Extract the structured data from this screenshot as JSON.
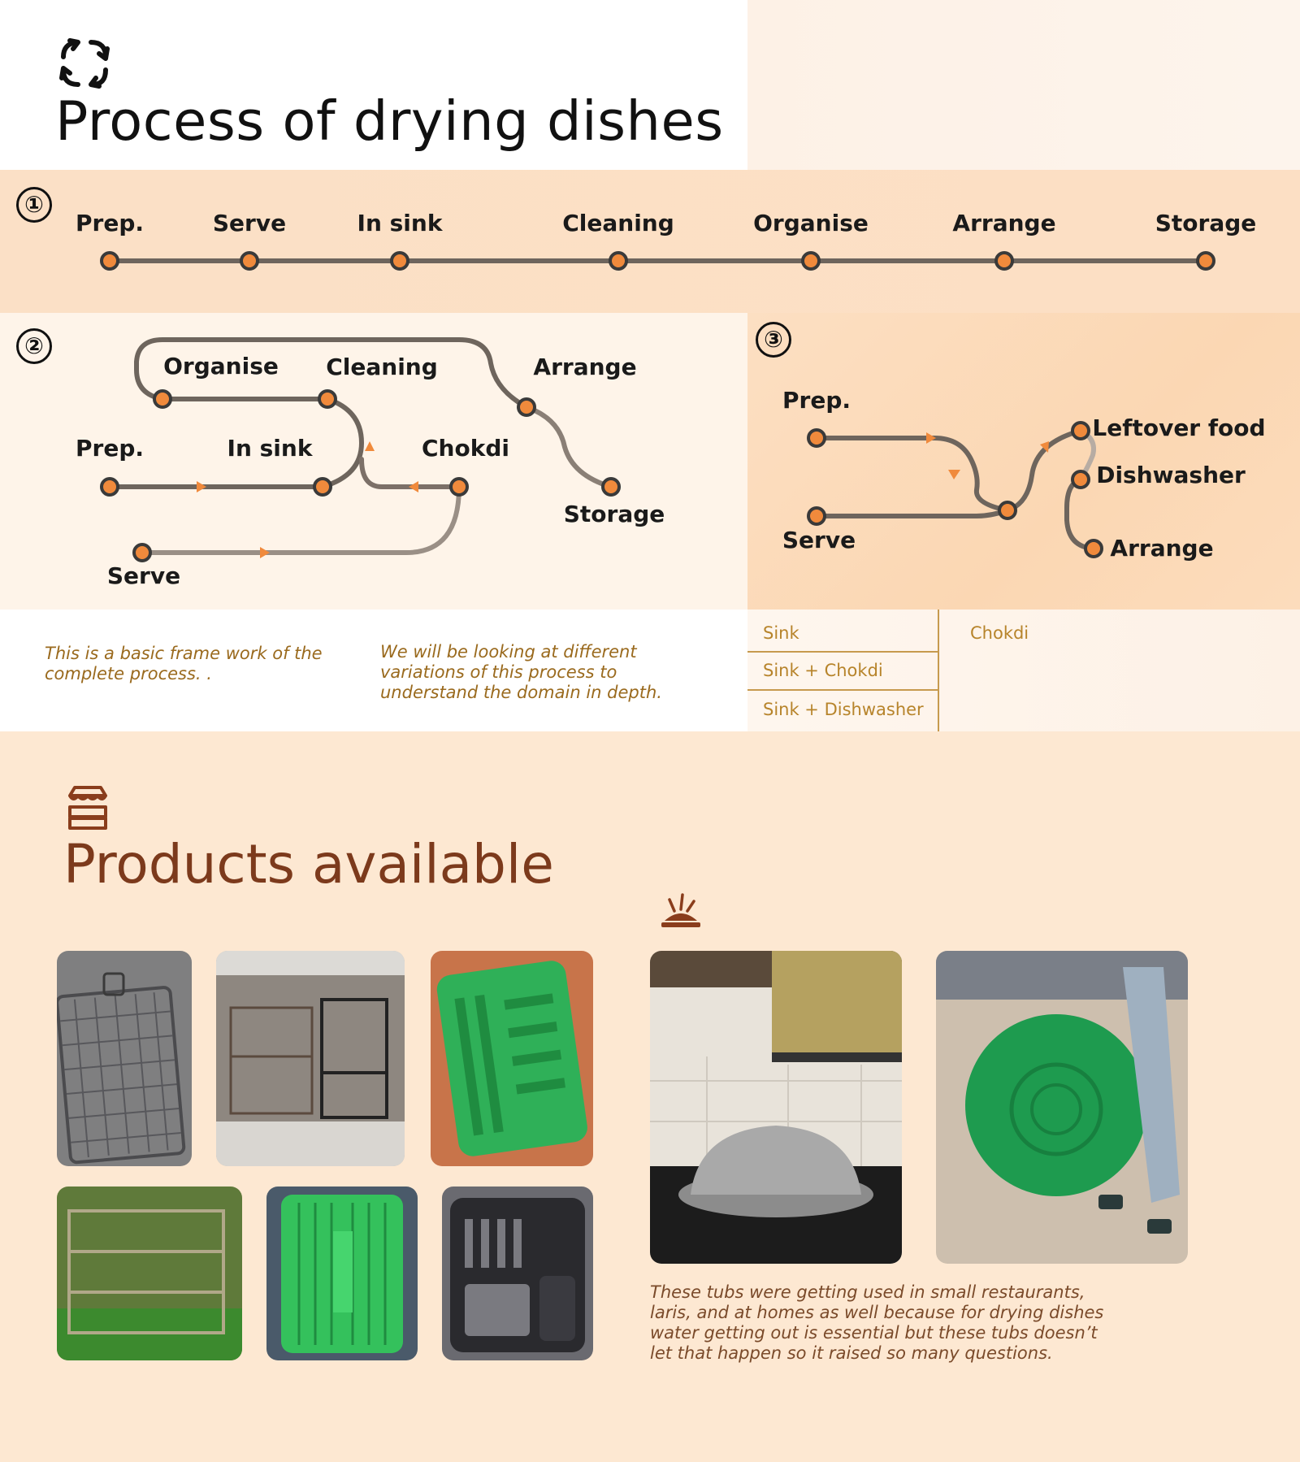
{
  "header": {
    "title": "Process of  drying dishes",
    "icon": "cycle-arrows-icon"
  },
  "step1": {
    "number": "①",
    "stages": [
      "Prep.",
      "Serve",
      "In sink",
      "Cleaning",
      "Organise",
      "Arrange",
      "Storage"
    ]
  },
  "step2": {
    "number": "②",
    "labels": {
      "organise": "Organise",
      "cleaning": "Cleaning",
      "arrange": "Arrange",
      "prep": "Prep.",
      "in_sink": "In sink",
      "chokdi": "Chokdi",
      "storage": "Storage",
      "serve": "Serve"
    }
  },
  "step3": {
    "number": "③",
    "labels": {
      "prep": "Prep.",
      "serve": "Serve",
      "leftover": "Leftover food",
      "dishwasher": "Dishwasher",
      "arrange": "Arrange"
    }
  },
  "notes": {
    "basic": "This is a basic frame work of the complete process. .",
    "variations": "We will be looking at different variations of this process to understand the domain in depth."
  },
  "variations": {
    "left": [
      "Sink",
      "Sink + Chokdi",
      "Sink + Dishwasher"
    ],
    "right": [
      "Chokdi"
    ]
  },
  "products": {
    "title": "Products available",
    "icon": "shop-icon",
    "tubs_icon": "splash-icon",
    "tubs_caption": "These tubs were getting used in small restaurants, laris, and at homes as well because for drying dishes water getting out is essential but these tubs doesn’t let that happen so it raised so many questions."
  },
  "colors": {
    "node": "#f08a3c",
    "node_border": "#3a3a3a",
    "line": "#7a6f66",
    "accent_title": "#7c3a1c",
    "note_text": "#9a6a1e"
  }
}
